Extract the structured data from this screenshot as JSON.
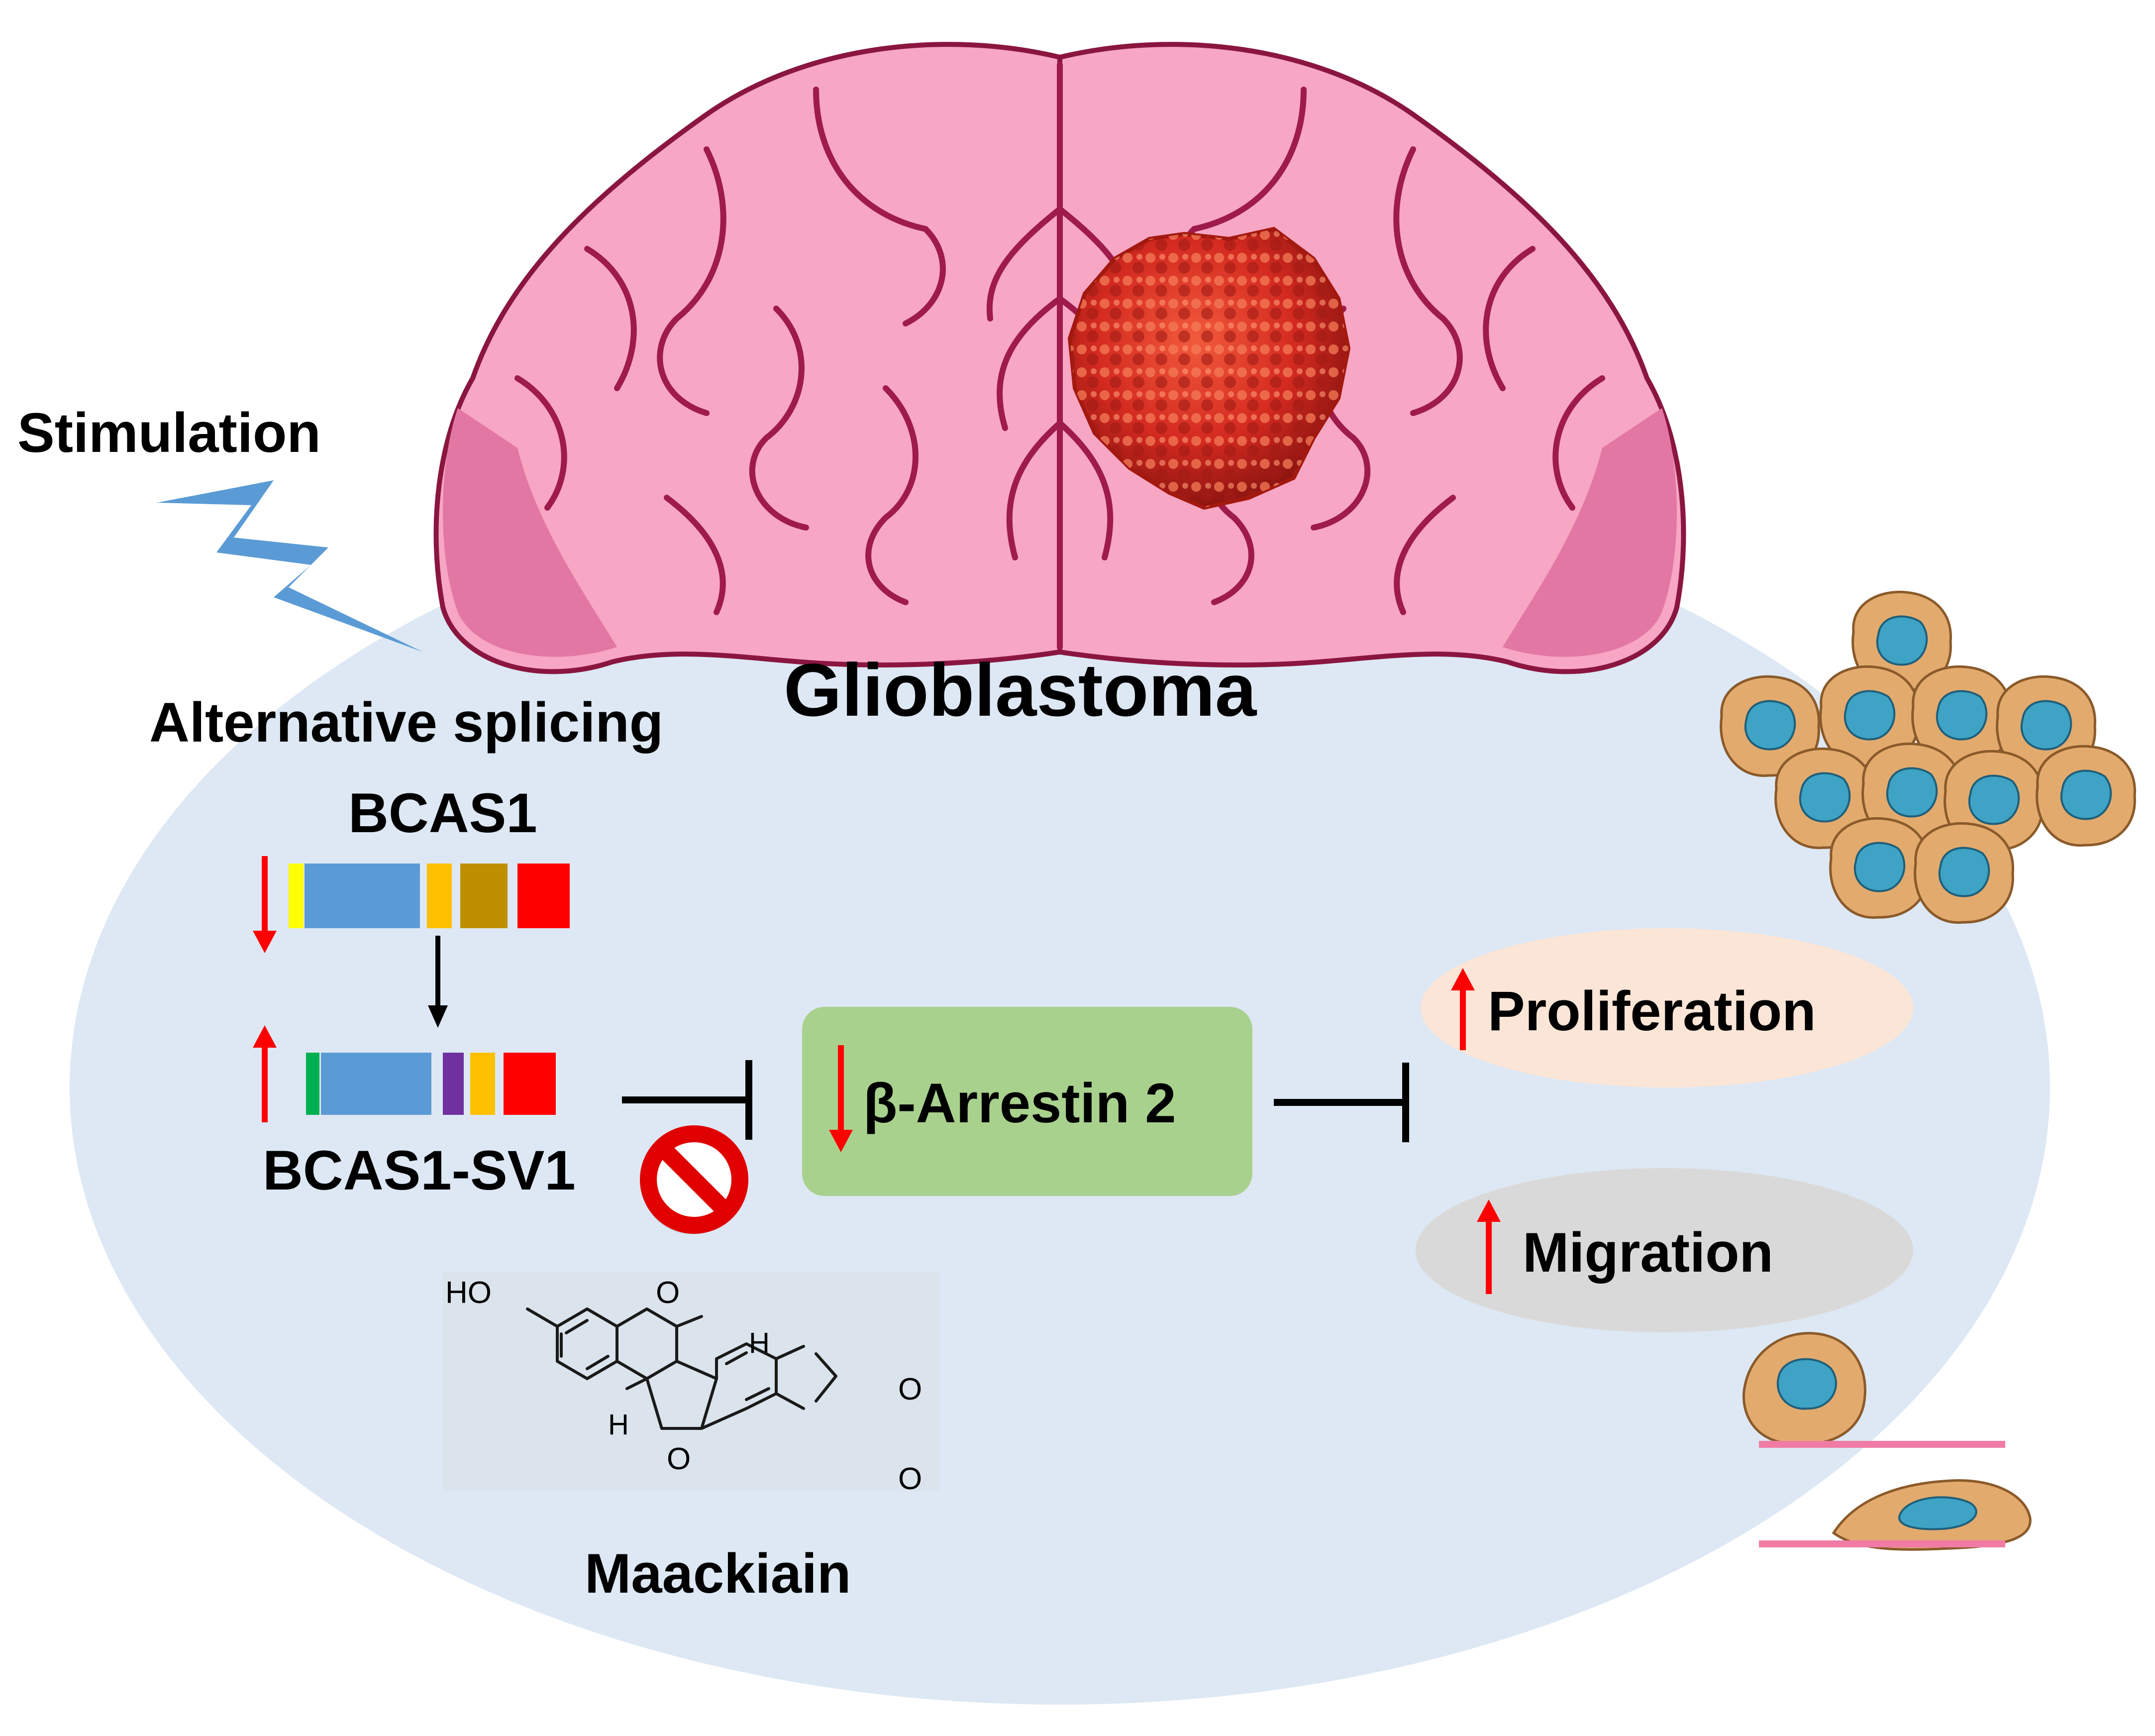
{
  "labels": {
    "stimulation": "Stimulation",
    "alternative_splicing": "Alternative splicing",
    "glioblastoma": "Glioblastoma",
    "bcas1": "BCAS1",
    "bcas1_sv1": "BCAS1-SV1",
    "beta_arrestin": "β-Arrestin 2",
    "proliferation": "Proliferation",
    "migration": "Migration",
    "maackiain": "Maackiain",
    "mol_ho": "HO",
    "mol_o1": "O",
    "mol_h1": "H",
    "mol_h2": "H",
    "mol_o2": "O",
    "mol_o3": "O",
    "mol_o4": "O"
  },
  "bcas1_exons": [
    "#ffff00",
    "#5b9bd5",
    "#ffc000",
    "#bf8f00",
    "#ff0000"
  ],
  "bcas1_sv1_exons": [
    "#00b050",
    "#5b9bd5",
    "#7030a0",
    "#ffc000",
    "#ff0000"
  ],
  "colors": {
    "cell_bg": "#dde8f4",
    "arrestin_box": "#a9d18e",
    "proliferation_ellipse": "#fbe5d6",
    "migration_ellipse": "#d9d9d9",
    "up_down_arrow": "#ff0000",
    "lightning": "#5b9bd5",
    "brain": "#f5a9c8",
    "brain_vessel": "#9e1b4a",
    "tumor": "#d42a20",
    "inhibitor_sign": "#e00000",
    "cancer_cell": "#e3aa6e",
    "cancer_nucleus": "#3ea3c4",
    "migration_line": "#f07ca5"
  },
  "icons": {
    "lightning": "lightning-icon",
    "brain": "brain-icon",
    "tumor": "tumor-icon",
    "no_sign": "prohibition-icon",
    "cells": "cancer-cell-icon"
  }
}
